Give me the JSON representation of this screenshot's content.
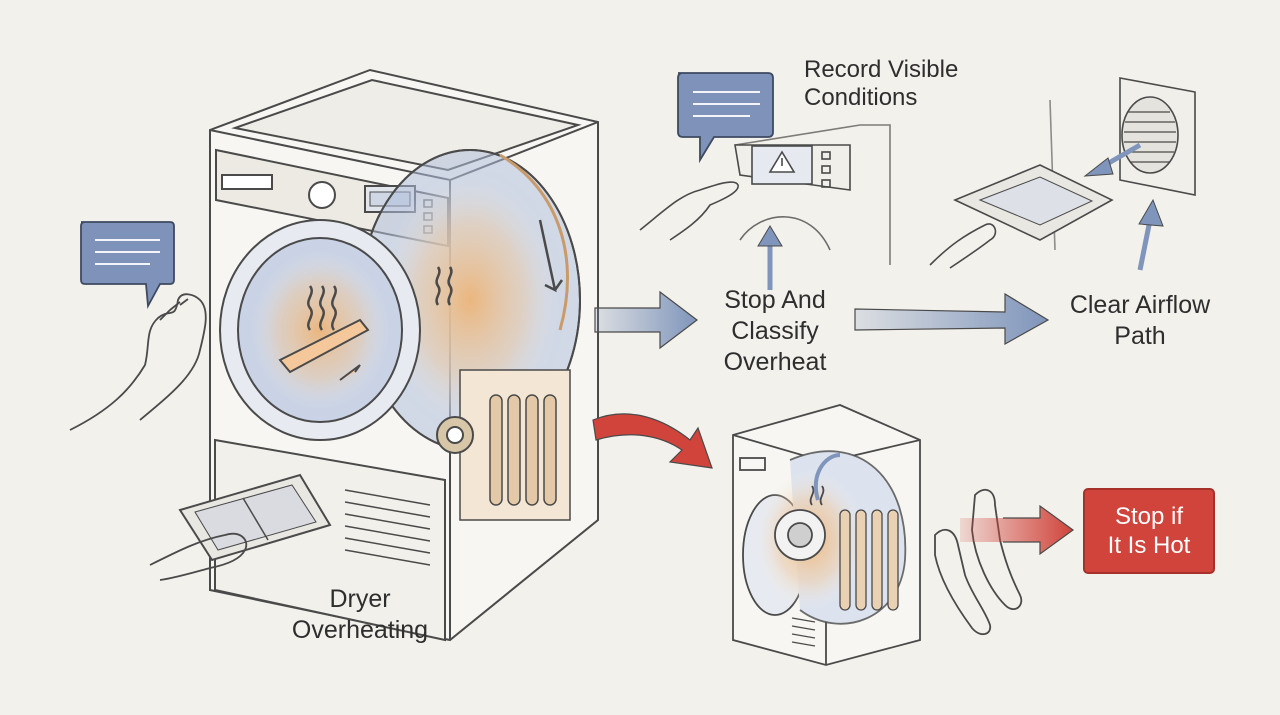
{
  "diagram": {
    "main_label": [
      "Dryer",
      "Overheating"
    ],
    "step_stop_classify": [
      "Stop And",
      "Classify",
      "Overheat"
    ],
    "step_record": [
      "Record Visible",
      "Conditions"
    ],
    "step_airflow": [
      "Clear Airflow",
      "Path"
    ],
    "step_hot": [
      "Stop if",
      "It Is Hot"
    ]
  },
  "colors": {
    "background": "#f3f1ec",
    "ink": "#4a4a4a",
    "blue_arrow": "#7f95bb",
    "red_arrow": "#d0443b",
    "warm_glow": "#eeb679",
    "speech_bubble": "#7f92b9"
  },
  "icons": [
    "speech-bubble-icon",
    "heat-waves-icon",
    "warning-triangle-icon",
    "hand-icon",
    "vent-icon",
    "lint-filter-icon"
  ]
}
